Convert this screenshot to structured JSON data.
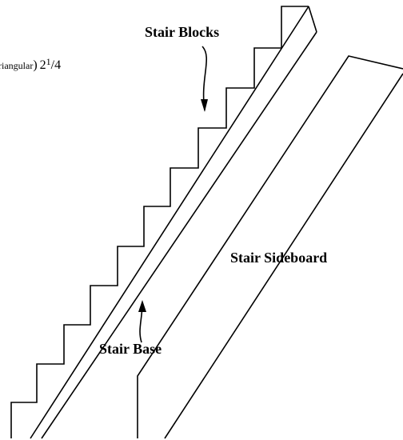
{
  "labels": {
    "stair_blocks": "Stair Blocks",
    "stair_sideboard": "Stair Sideboard",
    "stair_base": "Stair Base"
  },
  "dimension_note": {
    "prefix": "riangular",
    "close_paren": ")",
    "whole": "2",
    "numerator": "1",
    "slash": "/",
    "denominator": "4"
  },
  "colors": {
    "stroke": "#000000",
    "background": "#ffffff"
  }
}
